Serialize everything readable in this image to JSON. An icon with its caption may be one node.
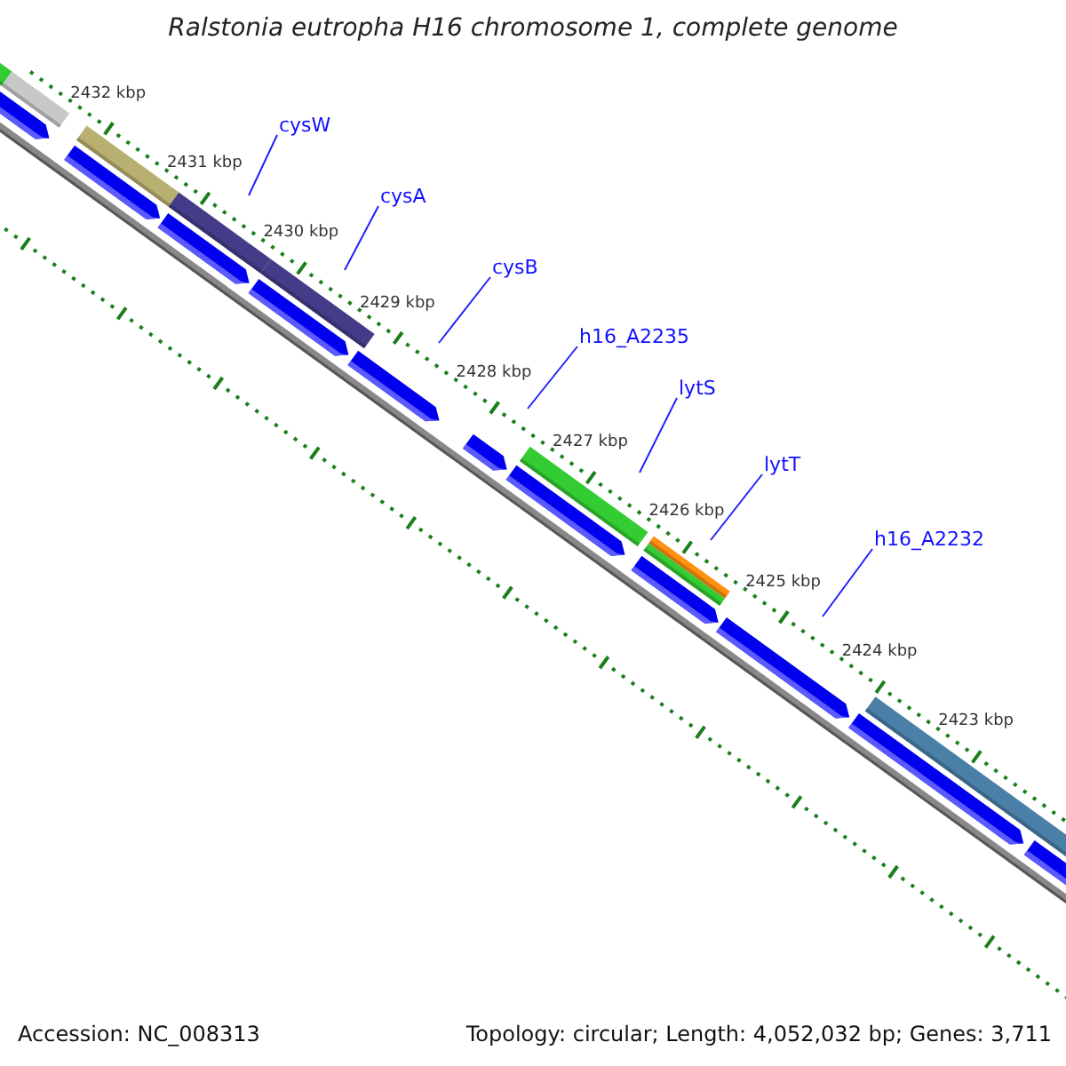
{
  "diagram": {
    "title": "Ralstonia eutropha H16 chromosome 1, complete genome",
    "nodes": [
      {
        "text": [
          "cysW"
        ]
      },
      {
        "text": [
          "cysA"
        ]
      },
      {
        "text": [
          "cysB"
        ]
      },
      {
        "text": [
          "h16_A2235"
        ]
      },
      {
        "text": [
          "lytS"
        ]
      },
      {
        "text": [
          "lytT"
        ]
      },
      {
        "text": [
          "h16_A2232"
        ]
      }
    ],
    "edges": [
      {
        "from": 0,
        "to": null,
        "arrow": "none"
      },
      {
        "from": 1,
        "to": null,
        "arrow": "none"
      },
      {
        "from": 2,
        "to": null,
        "arrow": "none"
      },
      {
        "from": 3,
        "to": null,
        "arrow": "none"
      },
      {
        "from": 4,
        "to": null,
        "arrow": "none"
      },
      {
        "from": 5,
        "to": null,
        "arrow": "none"
      },
      {
        "from": 6,
        "to": null,
        "arrow": "none"
      }
    ],
    "labels": [
      "2432 kbp",
      "2431 kbp",
      "2430 kbp",
      "2429 kbp",
      "2428 kbp",
      "2427 kbp",
      "2426 kbp",
      "2425 kbp",
      "2424 kbp",
      "2423 kbp",
      "Accession: NC_008313",
      "Topology: circular; Length: 4,052,032 bp; Genes: 3,711"
    ]
  }
}
